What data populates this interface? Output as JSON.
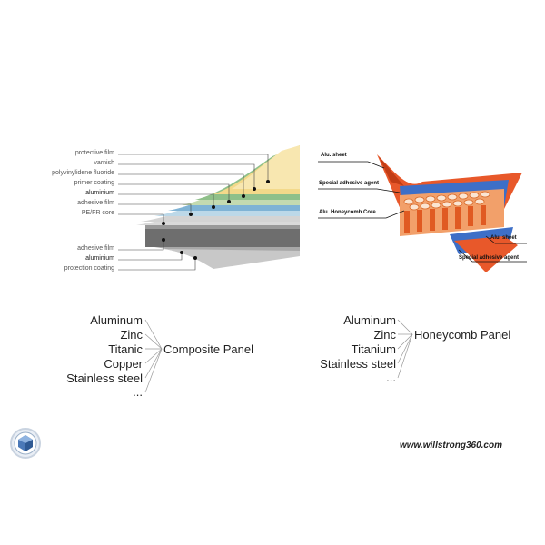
{
  "composite_diagram": {
    "layers_top": [
      "protective film",
      "varnish",
      "polyvinylidene fluoride",
      "primer coating",
      "aluminium",
      "adhesive film",
      "PE/FR core"
    ],
    "layers_bottom": [
      "adhesive film",
      "aluminium",
      "protection coating"
    ]
  },
  "honeycomb_diagram": {
    "labels_left": [
      "Alu. sheet",
      "Special adhesive agent",
      "Alu. Honeycomb Core"
    ],
    "labels_right": [
      "Alu. sheet",
      "Special adhesive agent"
    ]
  },
  "composite_list": {
    "materials": [
      "Aluminum",
      "Zinc",
      "Titanic",
      "Copper",
      "Stainless steel",
      "..."
    ],
    "title": "Composite Panel"
  },
  "honeycomb_list": {
    "materials": [
      "Aluminum",
      "Zinc",
      "Titanium",
      "Stainless steel",
      "..."
    ],
    "title": "Honeycomb Panel"
  },
  "footer": {
    "url": "www.willstrong360.com",
    "logo_icon": "company-logo-icon"
  }
}
